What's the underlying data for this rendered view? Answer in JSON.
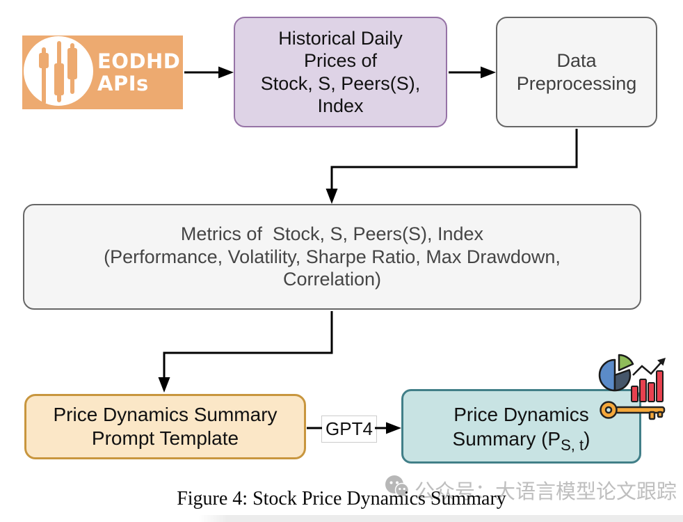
{
  "logo": {
    "line1": "EODHD",
    "line2": "APIs"
  },
  "nodes": {
    "historical": {
      "text": "Historical Daily\nPrices of\nStock, S, Peers(S),\nIndex"
    },
    "preprocessing": {
      "text": "Data\nPreprocessing"
    },
    "metrics": {
      "text": "Metrics of  Stock, S, Peers(S), Index\n(Performance, Volatility, Sharpe Ratio, Max Drawdown,\nCorrelation)"
    },
    "prompt": {
      "text": "Price Dynamics Summary\nPrompt Template"
    },
    "summary": {
      "line1": "Price Dynamics",
      "line2_prefix": "Summary (P",
      "line2_subscript": "S, t",
      "line2_suffix": ")"
    }
  },
  "edges": {
    "gpt4_label": "GPT4"
  },
  "caption": "Figure 4: Stock Price Dynamics Summary",
  "watermark": {
    "text": "公众号：大语言模型论文跟踪"
  },
  "icons": {
    "logo_icon": "candlestick-chart",
    "summary_icons": [
      "pie-chart",
      "bar-chart-with-trend-arrow",
      "key"
    ],
    "watermark_icon": "wechat-logo"
  },
  "colors": {
    "logo_orange": "#edaa70",
    "historical_fill": "#ded3e6",
    "historical_border": "#9673a6",
    "gray_fill": "#f5f5f5",
    "gray_border": "#666666",
    "prompt_fill": "#fbe7c7",
    "prompt_border": "#c8963e",
    "summary_fill": "#c8e3e3",
    "summary_border": "#417f88",
    "arrow": "#000000",
    "bar_icon_red": "#e8414f",
    "pie_blue": "#5b8bc9",
    "pie_green": "#8fbc5a",
    "pie_slate": "#46566a",
    "key_gold": "#f5a83b",
    "watermark_gray": "#b3b3b3"
  }
}
